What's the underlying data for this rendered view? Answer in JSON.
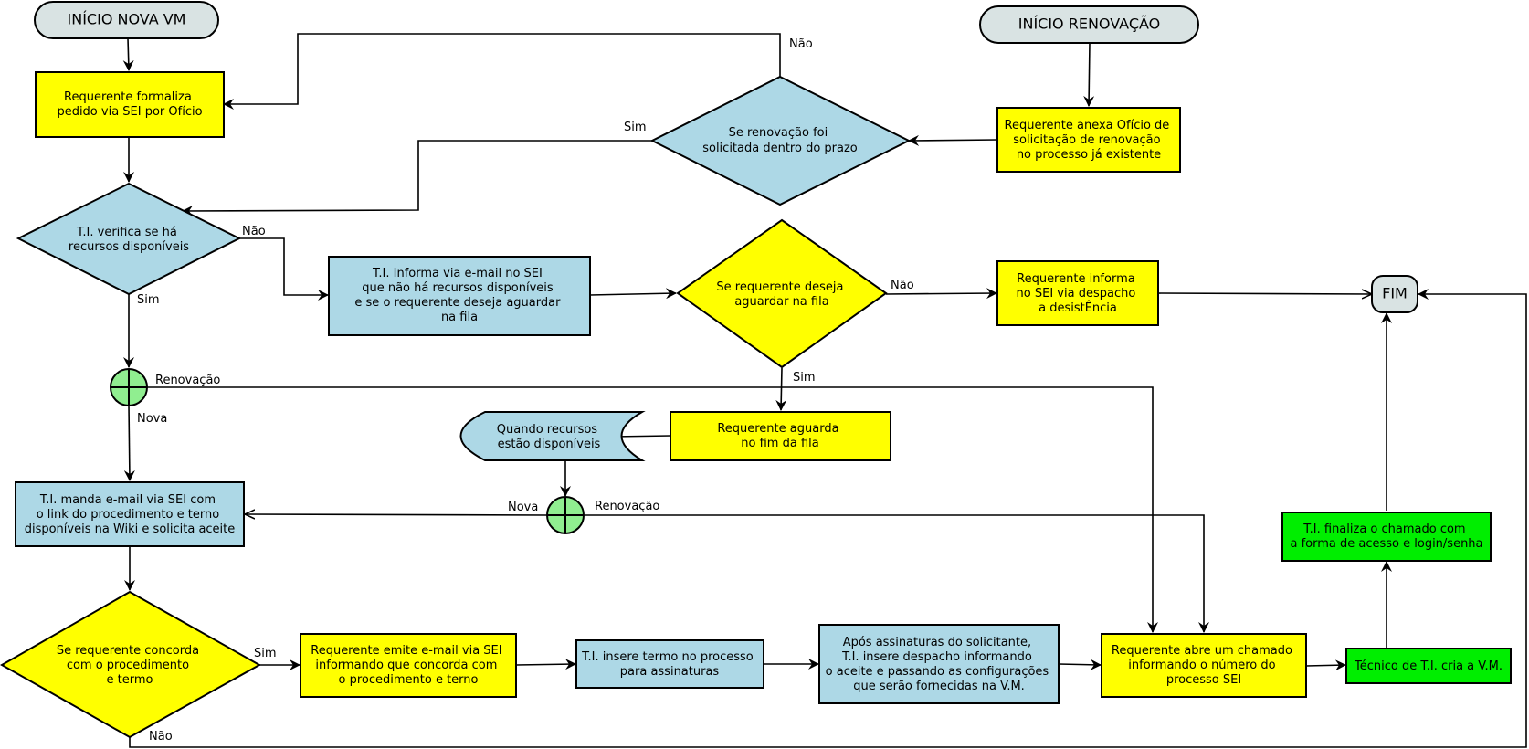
{
  "starts": {
    "nova": "INÍCIO NOVA VM",
    "renovacao": "INÍCIO RENOVAÇÃO"
  },
  "end": "FIM",
  "nodes": {
    "formaliza": [
      "Requerente formaliza",
      "pedido via SEI por Ofício"
    ],
    "anexa": [
      "Requerente anexa Ofício de",
      "solicitação de renovação",
      "no processo já existente"
    ],
    "prazo": [
      "Se renovação foi",
      "solicitada dentro do prazo"
    ],
    "verifica": [
      "T.I. verifica se há",
      "recursos disponíveis"
    ],
    "informa_email": [
      "T.I. Informa via e-mail no SEI",
      "que não há recursos disponíveis",
      "e se o requerente deseja aguardar",
      "na fila"
    ],
    "deseja_aguardar": [
      "Se requerente deseja",
      "aguardar na fila"
    ],
    "desistencia": [
      "Requerente informa",
      "no SEI via despacho",
      "a desistÊncia"
    ],
    "aguarda_fila": [
      "Requerente aguarda",
      "no fim da fila"
    ],
    "quando_recursos": [
      "Quando recursos",
      "estão disponíveis"
    ],
    "manda_email": [
      "T.I. manda e-mail via SEI com",
      "o link do procedimento e terno",
      "disponíveis na Wiki e solicita aceite"
    ],
    "concorda": [
      "Se requerente concorda",
      "com o procedimento",
      "e termo"
    ],
    "emite_email": [
      "Requerente emite e-mail via SEI",
      "informando que concorda com",
      "o procedimento e terno"
    ],
    "insere_termo": [
      "T.I. insere termo no processo",
      "para assinaturas"
    ],
    "apos_assinaturas": [
      "Após assinaturas do solicitante,",
      "T.I. insere despacho informando",
      "o aceite e passando as configurações",
      "que serão fornecidas na V.M."
    ],
    "abre_chamado": [
      "Requerente abre um chamado",
      "informando o número do",
      "processo SEI"
    ],
    "cria_vm": [
      "Técnico de T.I. cria a V.M."
    ],
    "finaliza": [
      "T.I. finaliza o chamado com",
      "a forma de acesso e login/senha"
    ]
  },
  "edge_labels": {
    "prazo_nao": "Não",
    "prazo_sim": "Sim",
    "verifica_nao": "Não",
    "verifica_sim": "Sim",
    "deseja_nao": "Não",
    "deseja_sim": "Sim",
    "merge1_renovacao": "Renovação",
    "merge1_nova": "Nova",
    "merge2_nova": "Nova",
    "merge2_renovacao": "Renovação",
    "concorda_sim": "Sim",
    "concorda_nao": "Não"
  },
  "colors": {
    "yellow": "#ffff00",
    "blue": "#add8e6",
    "green": "#00ee00",
    "light_green": "#90ee90",
    "grey": "#d9e3e3"
  }
}
